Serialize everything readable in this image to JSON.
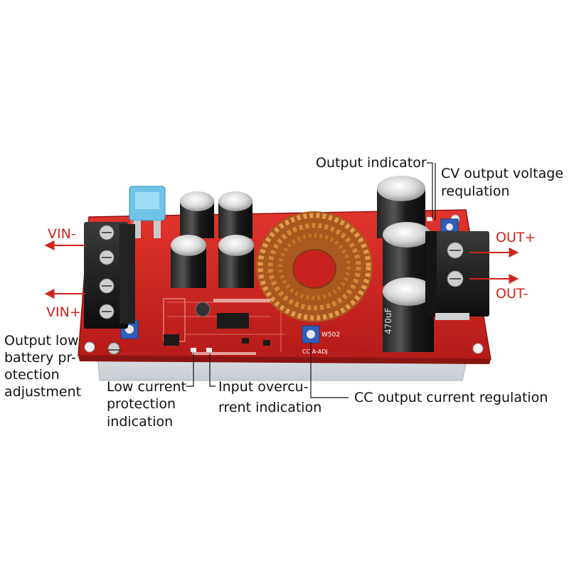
{
  "labels": {
    "vin_minus": "VIN-",
    "vin_plus": "VIN+",
    "out_plus": "OUT+",
    "out_minus": "OUT-",
    "output_indicator": "Output indicator",
    "cv_line1": "CV output voltage",
    "cv_line2": "requlation",
    "low_batt_line1": "Output low",
    "low_batt_line2": "battery pr-",
    "low_batt_line3": "otection",
    "low_batt_line4": "adjustment",
    "low_current_line1": "Low current",
    "low_current_line2": "protection",
    "low_current_line3": "indication",
    "input_oc_line1": "Input overcu-",
    "input_oc_line2": "rrent indication",
    "cc_regulation": "CC output current regulation"
  },
  "pcb_marks": {
    "board_id": "SZ-BT07CCCV",
    "cap_470": "470uF",
    "pot_502": "W502",
    "cc_adj": "CC  A-ADJ"
  },
  "colors": {
    "board": "#c8221f",
    "arrow": "#d0241f",
    "leader": "#111111"
  }
}
